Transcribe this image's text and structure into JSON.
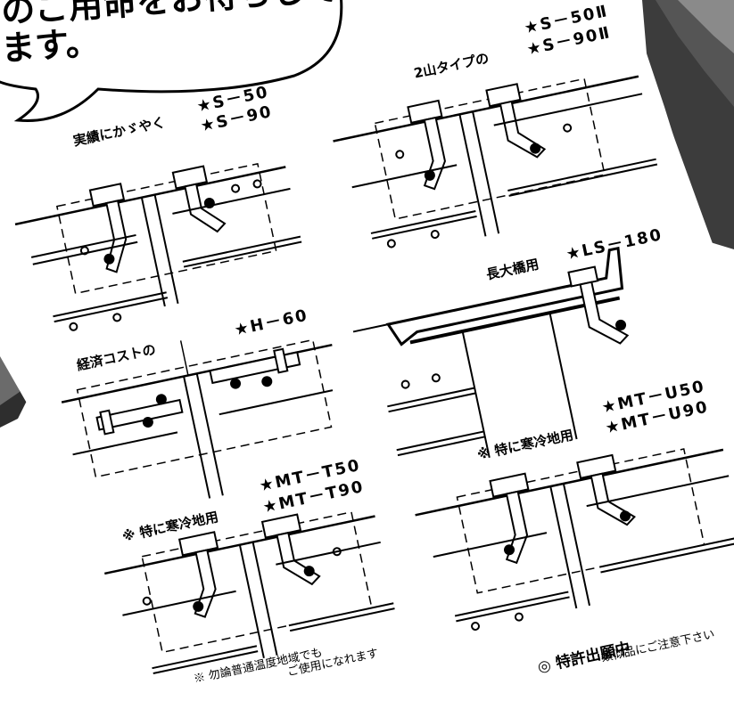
{
  "bubble": {
    "line1": "のご用命をお待ちして",
    "line2": "ます。"
  },
  "products": {
    "s50": {
      "label": "実績にかゞやく",
      "codes": [
        "★S－50",
        "★S－90"
      ]
    },
    "s50ii": {
      "label": "2山タイプの",
      "codes": [
        "★S－50Ⅱ",
        "★S－90Ⅱ"
      ]
    },
    "ls180": {
      "label": "長大橋用",
      "codes": [
        "★LS－180"
      ]
    },
    "h60": {
      "label": "経済コストの",
      "codes": [
        "★H－60"
      ]
    },
    "mtu": {
      "label": "※ 特に寒冷地用",
      "codes": [
        "★MT－U50",
        "★MT－U90"
      ]
    },
    "mtt": {
      "label": "※ 特に寒冷地用",
      "codes": [
        "★MT－T50",
        "★MT－T90"
      ]
    }
  },
  "notes": {
    "general_line1": "※ 勿論普通温度地域でも",
    "general_line2": "ご使用になれます",
    "patent_title": "◎ 特許出願中",
    "patent_sub": "類似品にご注意下さい"
  }
}
